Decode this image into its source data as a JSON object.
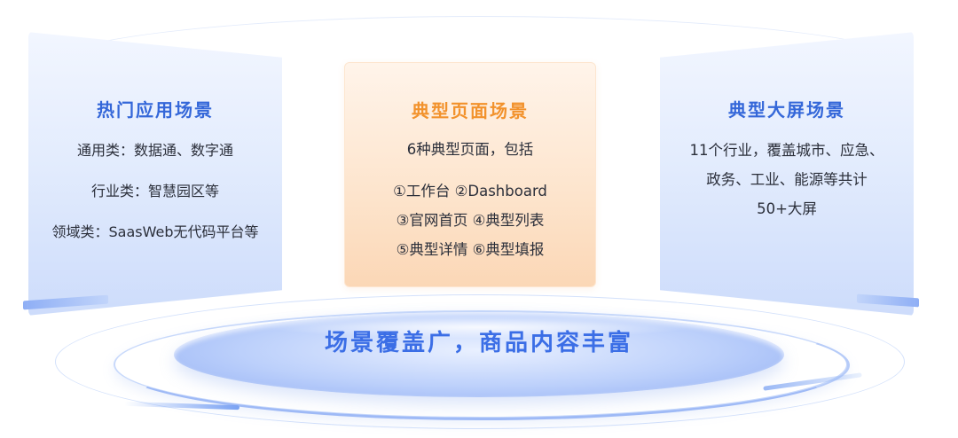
{
  "cards": {
    "left": {
      "title": "热门应用场景",
      "lines": [
        "通用类：数据通、数字通",
        "行业类：智慧园区等",
        "领域类：SaasWeb无代码平台等"
      ]
    },
    "center": {
      "title": "典型页面场景",
      "intro": "6种典型页面，包括",
      "lines": [
        "①工作台   ②Dashboard",
        "③官网首页   ④典型列表",
        "⑤典型详情   ⑥典型填报"
      ]
    },
    "right": {
      "title": "典型大屏场景",
      "lines": [
        "11个行业，覆盖城市、应急、",
        "政务、工业、能源等共计",
        "50+大屏"
      ]
    }
  },
  "platform": {
    "slogan": "场景覆盖广，商品内容丰富"
  },
  "colors": {
    "blue_title": "#3467d9",
    "orange_title": "#f2922c",
    "slogan": "#3b6ee6",
    "body_text": "#2b2f3a"
  }
}
